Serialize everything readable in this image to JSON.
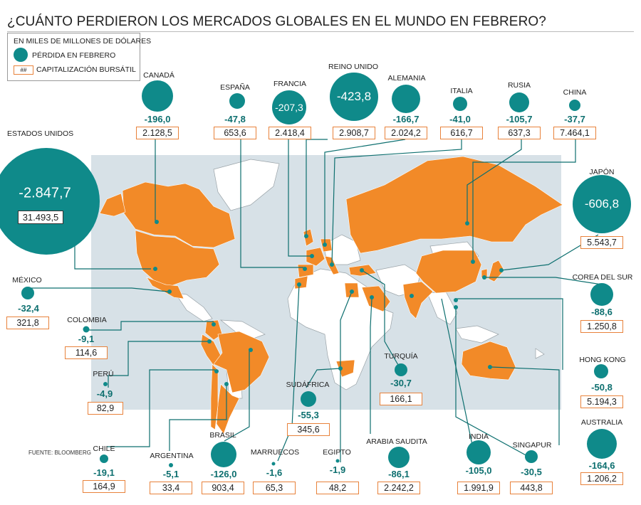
{
  "title": "¿CUÁNTO PERDIERON LOS MERCADOS GLOBALES EN EL MUNDO EN FEBRERO?",
  "legend": {
    "unit": "EN MILES DE MILLONES DE DÓLARES",
    "loss_label": "PÉRDIDA EN FEBRERO",
    "cap_symbol": "##",
    "cap_label": "CAPITALIZACIÓN BURSÁTIL"
  },
  "source": "FUENTE: BLOOMBERG",
  "colors": {
    "circle": "#0f8a8a",
    "country": "#f28a28",
    "cap_border": "#e8823b",
    "background_map": "#d7e1e7"
  },
  "countries": {
    "estados_unidos": {
      "name": "ESTADOS UNIDOS",
      "loss": "-2.847,7",
      "loss_value": -2847.7,
      "cap": "31.493,5"
    },
    "canada": {
      "name": "CANADÁ",
      "loss": "-196,0",
      "loss_value": -196.0,
      "cap": "2.128,5"
    },
    "espana": {
      "name": "ESPAÑA",
      "loss": "-47,8",
      "loss_value": -47.8,
      "cap": "653,6"
    },
    "francia": {
      "name": "FRANCIA",
      "loss": "-207,3",
      "loss_value": -207.3,
      "cap": "2.418,4"
    },
    "reino_unido": {
      "name": "REINO UNIDO",
      "loss": "-423,8",
      "loss_value": -423.8,
      "cap": "2.908,7"
    },
    "alemania": {
      "name": "ALEMANIA",
      "loss": "-166,7",
      "loss_value": -166.7,
      "cap": "2.024,2"
    },
    "italia": {
      "name": "ITALIA",
      "loss": "-41,0",
      "loss_value": -41.0,
      "cap": "616,7"
    },
    "rusia": {
      "name": "RUSIA",
      "loss": "-105,7",
      "loss_value": -105.7,
      "cap": "637,3"
    },
    "china": {
      "name": "CHINA",
      "loss": "-37,7",
      "loss_value": -37.7,
      "cap": "7.464,1"
    },
    "japon": {
      "name": "JAPÓN",
      "loss": "-606,8",
      "loss_value": -606.8,
      "cap": "5.543,7"
    },
    "mexico": {
      "name": "MÉXICO",
      "loss": "-32,4",
      "loss_value": -32.4,
      "cap": "321,8"
    },
    "colombia": {
      "name": "COLOMBIA",
      "loss": "-9,1",
      "loss_value": -9.1,
      "cap": "114,6"
    },
    "peru": {
      "name": "PERÚ",
      "loss": "-4,9",
      "loss_value": -4.9,
      "cap": "82,9"
    },
    "chile": {
      "name": "CHILE",
      "loss": "-19,1",
      "loss_value": -19.1,
      "cap": "164,9"
    },
    "argentina": {
      "name": "ARGENTINA",
      "loss": "-5,1",
      "loss_value": -5.1,
      "cap": "33,4"
    },
    "brasil": {
      "name": "BRASIL",
      "loss": "-126,0",
      "loss_value": -126.0,
      "cap": "903,4"
    },
    "marruecos": {
      "name": "MARRUECOS",
      "loss": "-1,6",
      "loss_value": -1.6,
      "cap": "65,3"
    },
    "egipto": {
      "name": "EGIPTO",
      "loss": "-1,9",
      "loss_value": -1.9,
      "cap": "48,2"
    },
    "arabia_saudita": {
      "name": "ARABIA SAUDITA",
      "loss": "-86,1",
      "loss_value": -86.1,
      "cap": "2.242,2"
    },
    "sudafrica": {
      "name": "SUDÁFRICA",
      "loss": "-55,3",
      "loss_value": -55.3,
      "cap": "345,6"
    },
    "turquia": {
      "name": "TURQUÍA",
      "loss": "-30,7",
      "loss_value": -30.7,
      "cap": "166,1"
    },
    "india": {
      "name": "INDIA",
      "loss": "-105,0",
      "loss_value": -105.0,
      "cap": "1.991,9"
    },
    "singapur": {
      "name": "SINGAPUR",
      "loss": "-30,5",
      "loss_value": -30.5,
      "cap": "443,8"
    },
    "australia": {
      "name": "AUSTRALIA",
      "loss": "-164,6",
      "loss_value": -164.6,
      "cap": "1.206,2"
    },
    "hong_kong": {
      "name": "HONG KONG",
      "loss": "-50,8",
      "loss_value": -50.8,
      "cap": "5.194,3"
    },
    "corea_del_sur": {
      "name": "COREA DEL SUR",
      "loss": "-88,6",
      "loss_value": -88.6,
      "cap": "1.250,8"
    }
  }
}
